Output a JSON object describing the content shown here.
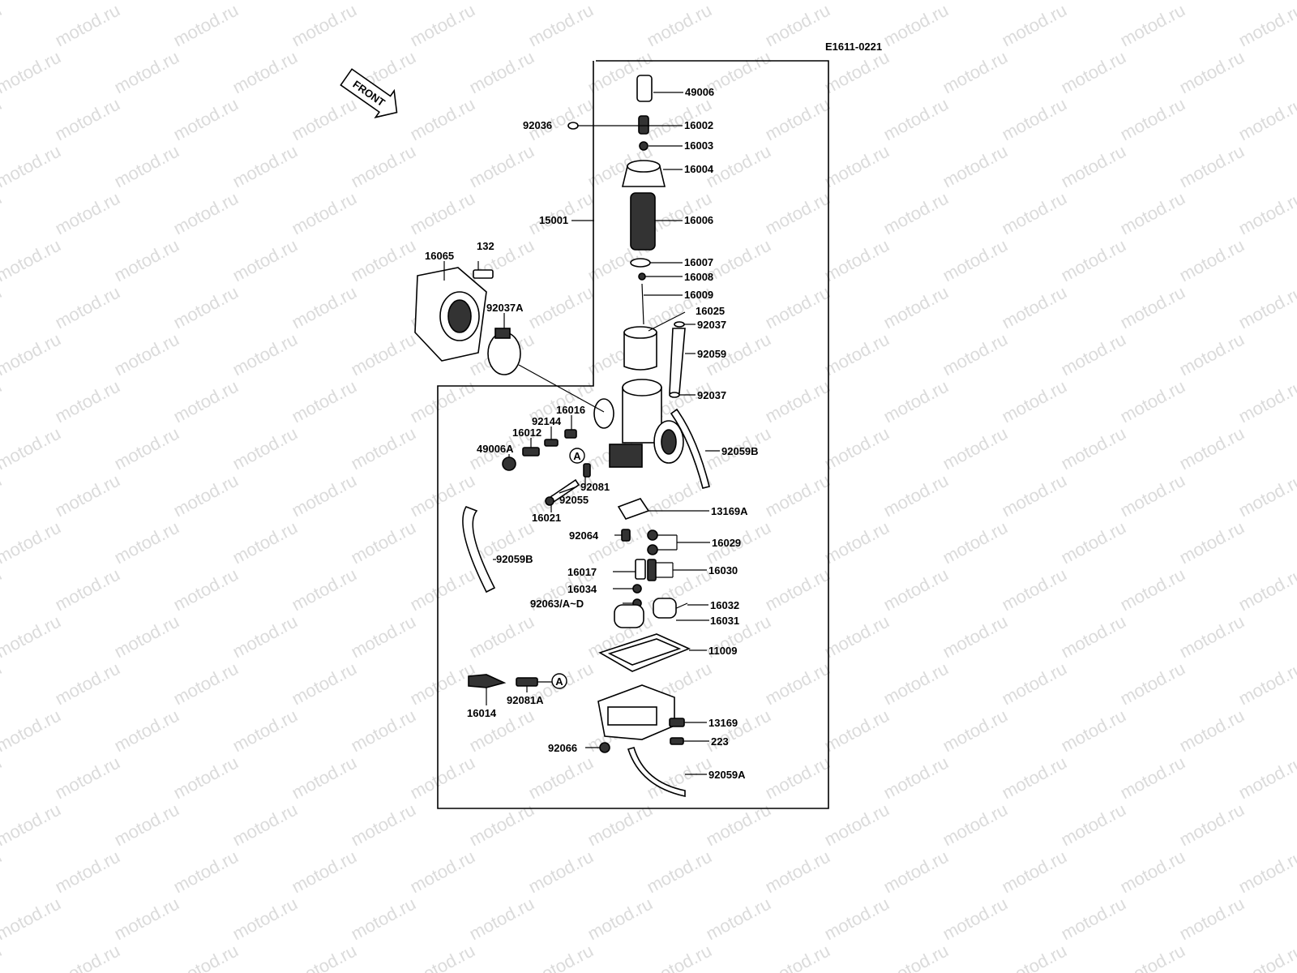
{
  "diagram_code": "E1611-0221",
  "front_label": "FRONT",
  "watermark_text": "motod.ru",
  "ref_marker": "A",
  "parts": [
    {
      "id": "49006",
      "label": "49006"
    },
    {
      "id": "92036",
      "label": "92036"
    },
    {
      "id": "16002",
      "label": "16002"
    },
    {
      "id": "16003",
      "label": "16003"
    },
    {
      "id": "16004",
      "label": "16004"
    },
    {
      "id": "15001",
      "label": "15001"
    },
    {
      "id": "16006",
      "label": "16006"
    },
    {
      "id": "16007",
      "label": "16007"
    },
    {
      "id": "16008",
      "label": "16008"
    },
    {
      "id": "16009",
      "label": "16009"
    },
    {
      "id": "16025",
      "label": "16025"
    },
    {
      "id": "92037-top",
      "label": "92037"
    },
    {
      "id": "92059",
      "label": "92059"
    },
    {
      "id": "92037-bot",
      "label": "92037"
    },
    {
      "id": "16065",
      "label": "16065"
    },
    {
      "id": "132",
      "label": "132"
    },
    {
      "id": "92037A",
      "label": "92037A"
    },
    {
      "id": "16016",
      "label": "16016"
    },
    {
      "id": "92144",
      "label": "92144"
    },
    {
      "id": "16012",
      "label": "16012"
    },
    {
      "id": "49006A",
      "label": "49006A"
    },
    {
      "id": "92059B-r",
      "label": "92059B"
    },
    {
      "id": "92081",
      "label": "92081"
    },
    {
      "id": "92055",
      "label": "92055"
    },
    {
      "id": "16021",
      "label": "16021"
    },
    {
      "id": "13169A",
      "label": "13169A"
    },
    {
      "id": "92064",
      "label": "92064"
    },
    {
      "id": "16029",
      "label": "16029"
    },
    {
      "id": "92059B-l",
      "label": "92059B"
    },
    {
      "id": "16017",
      "label": "16017"
    },
    {
      "id": "16030",
      "label": "16030"
    },
    {
      "id": "16034",
      "label": "16034"
    },
    {
      "id": "92063",
      "label": "92063/A~D"
    },
    {
      "id": "16032",
      "label": "16032"
    },
    {
      "id": "16031",
      "label": "16031"
    },
    {
      "id": "11009",
      "label": "11009"
    },
    {
      "id": "16014",
      "label": "16014"
    },
    {
      "id": "92081A",
      "label": "92081A"
    },
    {
      "id": "13169",
      "label": "13169"
    },
    {
      "id": "223",
      "label": "223"
    },
    {
      "id": "92066",
      "label": "92066"
    },
    {
      "id": "92059A",
      "label": "92059A"
    }
  ]
}
